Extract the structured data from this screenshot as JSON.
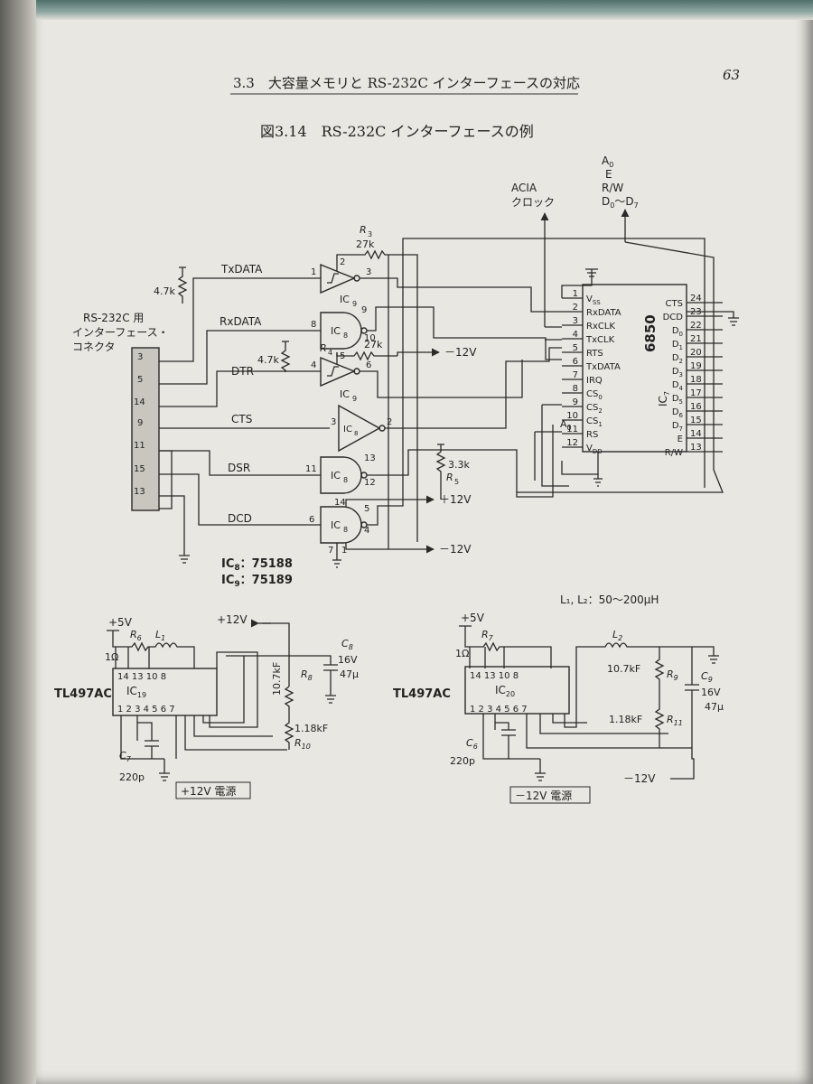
{
  "header": {
    "section": "3.3　大容量メモリと RS-232C インターフェースの対応",
    "page_number": "63"
  },
  "figure": {
    "title": "図3.14　RS-232C インターフェースの例"
  },
  "connector": {
    "label_line1": "RS-232C 用",
    "label_line2": "インターフェース・",
    "label_line3": "コネクタ",
    "pins": [
      "3",
      "5",
      "14",
      "9",
      "11",
      "15",
      "13"
    ]
  },
  "signals": {
    "txdata": "TxDATA",
    "rxdata": "RxDATA",
    "dtr": "DTR",
    "cts": "CTS",
    "dsr": "DSR",
    "dcd": "DCD"
  },
  "resistors": {
    "r_4k7_a": "4.7k",
    "r_4k7_b": "4.7k",
    "r3_name": "R",
    "r3_sub": "3",
    "r3_val": "27k",
    "r4_name": "R",
    "r4_sub": "4",
    "r4_val": "27k",
    "r5_val": "3.3k",
    "r5_name": "R",
    "r5_sub": "5"
  },
  "ics": {
    "ic8": "IC",
    "ic8_sub": "8",
    "ic9": "IC",
    "ic9_sub": "9",
    "ic7": "IC",
    "ic7_sub": "7",
    "ic7_name": "6850",
    "note_ic8": "75188",
    "note_ic9": "75189"
  },
  "acia": {
    "clock_l1": "ACIA",
    "clock_l2": "クロック",
    "bus_a0": "A",
    "bus_a0_sub": "0",
    "bus_e": "E",
    "bus_rw": "R/W",
    "bus_d": "D",
    "bus_d0_sub": "0",
    "bus_tilde": "〜",
    "bus_d7_sub": "7",
    "a0_label": "A",
    "a0_sub": "0",
    "left_pins": [
      {
        "num": "1",
        "name": "V",
        "sub": "SS"
      },
      {
        "num": "2",
        "name": "RxDATA",
        "sub": ""
      },
      {
        "num": "3",
        "name": "RxCLK",
        "sub": ""
      },
      {
        "num": "4",
        "name": "TxCLK",
        "sub": ""
      },
      {
        "num": "5",
        "name": "RTS",
        "sub": ""
      },
      {
        "num": "6",
        "name": "TxDATA",
        "sub": ""
      },
      {
        "num": "7",
        "name": "IRQ",
        "sub": ""
      },
      {
        "num": "8",
        "name": "CS",
        "sub": "0"
      },
      {
        "num": "9",
        "name": "CS",
        "sub": "2"
      },
      {
        "num": "10",
        "name": "CS",
        "sub": "1"
      },
      {
        "num": "11",
        "name": "RS",
        "sub": ""
      },
      {
        "num": "12",
        "name": "V",
        "sub": "DD"
      }
    ],
    "right_pins": [
      {
        "num": "24",
        "name": "CTS",
        "sub": ""
      },
      {
        "num": "23",
        "name": "DCD",
        "sub": ""
      },
      {
        "num": "22",
        "name": "D",
        "sub": "0"
      },
      {
        "num": "21",
        "name": "D",
        "sub": "1"
      },
      {
        "num": "20",
        "name": "D",
        "sub": "2"
      },
      {
        "num": "19",
        "name": "D",
        "sub": "3"
      },
      {
        "num": "18",
        "name": "D",
        "sub": "4"
      },
      {
        "num": "17",
        "name": "D",
        "sub": "5"
      },
      {
        "num": "16",
        "name": "D",
        "sub": "6"
      },
      {
        "num": "15",
        "name": "D",
        "sub": "7"
      },
      {
        "num": "14",
        "name": "E",
        "sub": ""
      },
      {
        "num": "13",
        "name": "R/W",
        "sub": ""
      }
    ]
  },
  "gate_pins": {
    "tx_in": "1",
    "tx_ctl": "2",
    "tx_out": "3",
    "rx_in": "8",
    "rx_o1": "9",
    "rx_o2": "10",
    "dtr_in": "4",
    "dtr_ctl": "5",
    "dtr_out": "6",
    "cts_in": "3",
    "cts_out": "2",
    "dsr_in": "11",
    "dsr_o1": "13",
    "dsr_o2": "12",
    "dcd_in": "6",
    "dcd_o1": "5",
    "dcd_o2": "4",
    "vcc": "14",
    "gnd7": "7",
    "gnd1": "1"
  },
  "rails": {
    "minus12": "－12V",
    "plus12": "＋12V"
  },
  "psu_left": {
    "part": "TL497AC",
    "ic": "IC",
    "ic_sub": "19",
    "top_pins": "14  13  10    8",
    "bot_pins": "1  2  3  4  5  6  7",
    "vin": "+5V",
    "r_name": "R",
    "r_sub": "6",
    "l_name": "L",
    "l_sub": "1",
    "r_ohm": "1Ω",
    "vout": "+12V",
    "r8_val": "10.7kF",
    "r8_name": "R",
    "r8_sub": "8",
    "c8_name": "C",
    "c8_sub": "8",
    "c8_v": "16V",
    "c8_val": "47μ",
    "r10_val": "1.18kF",
    "r10_name": "R",
    "r10_sub": "10",
    "c7_name": "C",
    "c7_sub": "7",
    "c7_val": "220p",
    "caption": "+12V 電源"
  },
  "psu_right": {
    "note": "L₁, L₂：50〜200μH",
    "part": "TL497AC",
    "ic": "IC",
    "ic_sub": "20",
    "top_pins": "14  13  10    8",
    "bot_pins": "1  2  3  4  5  6  7",
    "vin": "+5V",
    "r_name": "R",
    "r_sub": "7",
    "l_name": "L",
    "l_sub": "2",
    "r_ohm": "1Ω",
    "r9_val": "10.7kF",
    "r9_name": "R",
    "r9_sub": "9",
    "c9_name": "C",
    "c9_sub": "9",
    "c9_v": "16V",
    "c9_val": "47μ",
    "r11_val": "1.18kF",
    "r11_name": "R",
    "r11_sub": "11",
    "c6_name": "C",
    "c6_sub": "6",
    "c6_val": "220p",
    "vout": "－12V",
    "caption": "－12V 電源"
  }
}
